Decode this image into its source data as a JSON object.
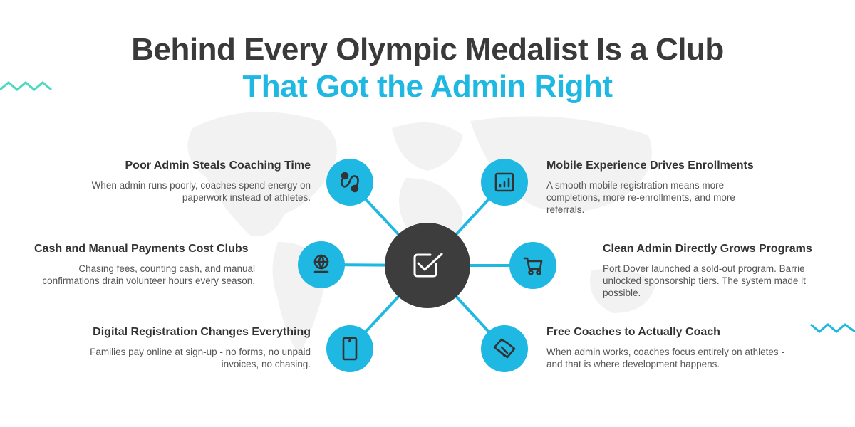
{
  "title": {
    "line1": "Behind Every Olympic Medalist Is a Club",
    "line2": "That Got the Admin Right"
  },
  "colors": {
    "accent": "#1fb8e3",
    "dark": "#3d3d3d",
    "wave_left": "#4dd9c0",
    "wave_right": "#1fb8e3"
  },
  "center": {
    "icon": "checkbox-check-icon"
  },
  "items": [
    {
      "title": "Poor Admin Steals Coaching Time",
      "text": "When admin runs poorly, coaches spend energy on paperwork instead of athletes.",
      "icon": "route-icon"
    },
    {
      "title": "Cash and Manual Payments Cost Clubs",
      "text": "Chasing fees, counting cash, and manual confirmations drain volunteer hours every season.",
      "icon": "globe-icon"
    },
    {
      "title": "Digital Registration Changes Everything",
      "text": "Families pay online at sign-up - no forms, no unpaid invoices, no chasing.",
      "icon": "smartphone-icon"
    },
    {
      "title": "Mobile Experience Drives Enrollments",
      "text": "A smooth mobile registration means more completions, more re-enrollments, and more referrals.",
      "icon": "chart-icon"
    },
    {
      "title": "Clean Admin Directly Grows Programs",
      "text": "Port Dover launched a sold-out program. Barrie unlocked sponsorship tiers. The system made it possible.",
      "icon": "cart-icon"
    },
    {
      "title": "Free Coaches to Actually Coach",
      "text": "When admin works, coaches focus entirely on athletes - and that is where development happens.",
      "icon": "handshake-icon"
    }
  ]
}
